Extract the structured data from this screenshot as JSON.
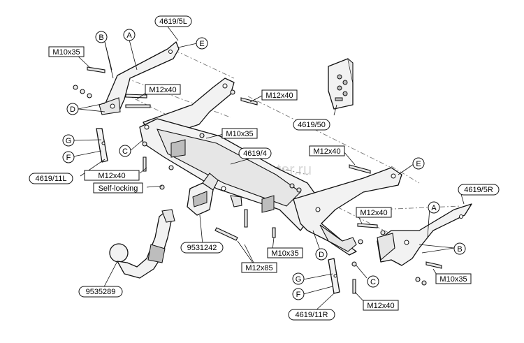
{
  "watermark": "Ro-shop-center.ru",
  "labels": {
    "part_4619_5L": "4619/5L",
    "part_4619_5R": "4619/5R",
    "part_4619_50": "4619/50",
    "part_4619_4": "4619/4",
    "part_4619_11L": "4619/11L",
    "part_4619_11R": "4619/11R",
    "part_9531242": "9531242",
    "part_9535289": "9535289",
    "bolt_m10x35_top": "M10x35",
    "bolt_m12x40_left": "M12x40",
    "bolt_m12x40_top": "M12x40",
    "bolt_m10x35_center": "M10x35",
    "bolt_m12x40_right": "M12x40",
    "bolt_m12x40_lower_left": "M12x40",
    "self_locking": "Self-locking",
    "bolt_m12x40_right_lower": "M12x40",
    "bolt_m10x35_mid": "M10x35",
    "bolt_m12x85": "M12x85",
    "bolt_m10x35_right": "M10x35",
    "bolt_m12x40_bottom": "M12x40"
  },
  "callouts": {
    "A_left": "A",
    "B_left": "B",
    "D_left": "D",
    "E_left": "E",
    "C_left": "C",
    "G_left": "G",
    "F_left": "F",
    "E_right": "E",
    "A_right": "A",
    "B_right": "B",
    "D_right": "D",
    "C_right": "C",
    "G_right": "G",
    "F_right": "F"
  }
}
